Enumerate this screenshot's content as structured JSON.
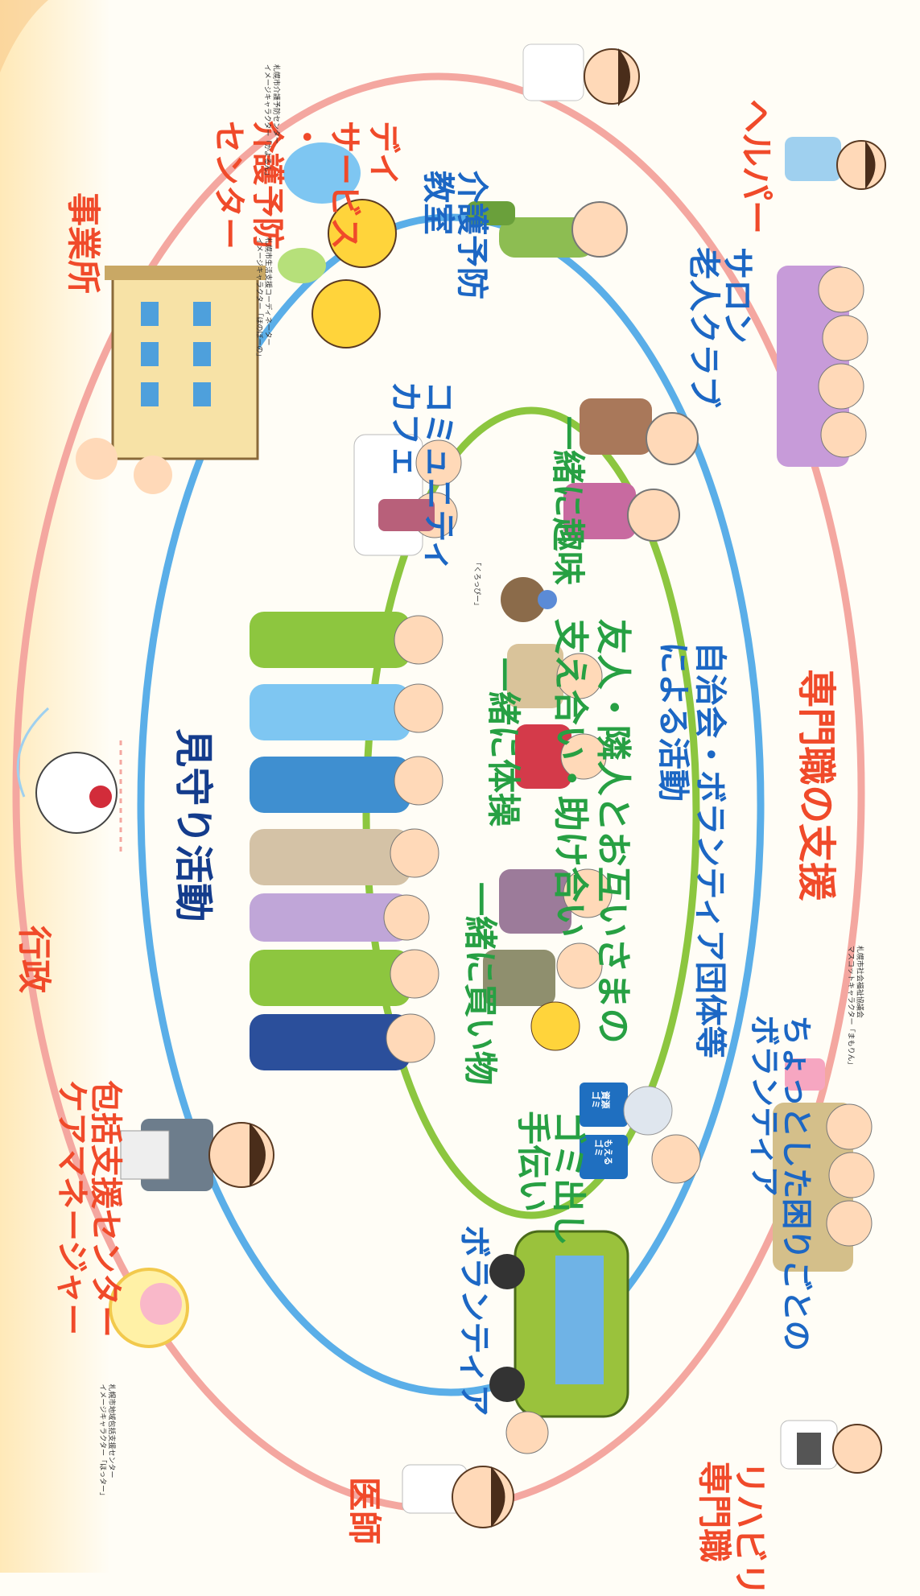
{
  "colors": {
    "outer_ring": "#f4a7a0",
    "middle_ring": "#5aaee8",
    "inner_ring": "#8cc63f",
    "professional_text": "#f04a2a",
    "community_text": "#1c67c4",
    "neighbor_text": "#27a043",
    "watch_text": "#143c8c"
  },
  "rings": {
    "outer": {
      "title": "専門職の支援",
      "roles": [
        "ヘルパー",
        "デイ\nサービス\n・\n介護予防\nセンター",
        "事業所",
        "行政",
        "包括支援センター\nケアマネージャー",
        "医師",
        "リハビリ\n専門職"
      ]
    },
    "middle": {
      "title": "自治会・ボランティア団体等\nによる活動",
      "activities": [
        "サロン\n老人クラブ",
        "介護予防\n教室",
        "コミュニティ\nカフェ",
        "ちょっとした困りごとの\nボランティア",
        "ボランティア"
      ]
    },
    "inner": {
      "title": "友人・隣人とお互いさまの\n支え合い・助け合い",
      "activities": [
        "一緒に趣味",
        "一緒に体操",
        "一緒に買い物",
        "ゴミ出し\n手伝い"
      ]
    }
  },
  "watch": {
    "label": "見守り活動"
  },
  "bag_labels": {
    "left": "資源\nゴミ",
    "right": "もえる\nゴミ"
  },
  "mascot_captions": {
    "kaigo_yobo": "札幌市介護予防センター\nイメージキャラクター「かよるん」",
    "seikatsu_shien": "札幌市生活支援コーディネーター\nイメージキャラクター「ほのぼーの」",
    "kuroppi": "「くろっぴー」",
    "shakyo": "札幌市社会福祉協議会\nマスコットキャラクター「まもりん」",
    "houkatsu": "札幌市地域包括支援センター\nイメージキャラクター「ほっター」"
  },
  "icons": [
    "helper-figure",
    "day-service-staff",
    "bee-mascot",
    "building",
    "seniors-group",
    "dancing-seniors",
    "cafe-group",
    "singing-seniors",
    "bear-mascot",
    "exercising-seniors",
    "shopping-seniors",
    "watch-people",
    "garbage-bags",
    "van",
    "doctor",
    "therapist",
    "city-mascot",
    "manager",
    "sun-mascot"
  ]
}
